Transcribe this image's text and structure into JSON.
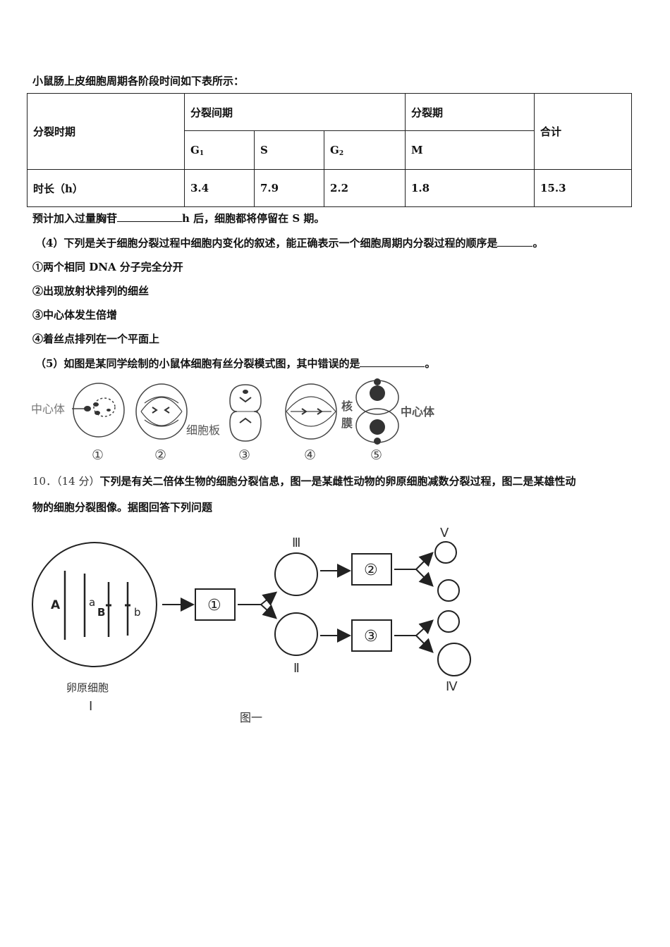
{
  "intro": "小鼠肠上皮细胞周期各阶段时间如下表所示：",
  "table": {
    "row_header": "分裂时期",
    "interphase": "分裂间期",
    "mitosis": "分裂期",
    "total": "合计",
    "phases": [
      {
        "main": "G",
        "sub": "1"
      },
      {
        "main": "S",
        "sub": ""
      },
      {
        "main": "G",
        "sub": "2"
      },
      {
        "main": "M",
        "sub": ""
      }
    ],
    "duration_label": "时长（h）",
    "values": [
      "3.4",
      "7.9",
      "2.2",
      "1.8",
      "15.3"
    ]
  },
  "q3": {
    "before": "预计加入过量胸苷",
    "after": "h 后，细胞都将停留在 S 期。"
  },
  "q4": {
    "before": "（4）下列是关于细胞分裂过程中细胞内变化的叙述，能正确表示一个细胞周期内分裂过程的顺序是",
    "after": "。"
  },
  "options": [
    "①两个相同 DNA 分子完全分开",
    "②出现放射状排列的细丝",
    "③中心体发生倍增",
    "④着丝点排列在一个平面上"
  ],
  "q5": {
    "before": "（5）如图是某同学绘制的小鼠体细胞有丝分裂模式图，其中错误的是",
    "after": "。"
  },
  "fig5": {
    "labels": {
      "centrosome_left": "中心体",
      "cell_plate": "细胞板",
      "nuclear_membrane_1": "核",
      "nuclear_membrane_2": "膜",
      "centrosome_right": "中心体"
    },
    "numbers": [
      "①",
      "②",
      "③",
      "④",
      "⑤"
    ]
  },
  "q10": {
    "number": "10．",
    "score": "（14 分）",
    "line1": "下列是有关二倍体生物的细胞分裂信息，图一是某雌性动物的卵原细胞减数分裂过程，图二是某雄性动",
    "line2": "物的细胞分裂图像。据图回答下列问题"
  },
  "fig1": {
    "genes": [
      "A",
      "a",
      "B",
      "b"
    ],
    "cell_label": "卵原细胞",
    "roman": [
      "Ⅰ",
      "Ⅱ",
      "Ⅲ",
      "Ⅳ",
      "Ⅴ"
    ],
    "steps": [
      "①",
      "②",
      "③"
    ],
    "caption": "图一"
  }
}
